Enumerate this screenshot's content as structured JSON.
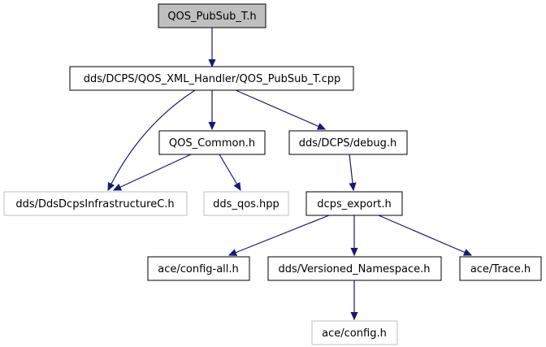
{
  "diagram": {
    "edge_color": "#191970",
    "nodes": [
      {
        "id": "qos_pubsub_t_h",
        "label": "QOS_PubSub_T.h",
        "style": "root"
      },
      {
        "id": "qos_pubsub_t_cpp",
        "label": "dds/DCPS/QOS_XML_Handler/QOS_PubSub_T.cpp",
        "style": "normal"
      },
      {
        "id": "qos_common_h",
        "label": "QOS_Common.h",
        "style": "normal"
      },
      {
        "id": "debug_h",
        "label": "dds/DCPS/debug.h",
        "style": "normal"
      },
      {
        "id": "infra_c_h",
        "label": "dds/DdsDcpsInfrastructureC.h",
        "style": "external"
      },
      {
        "id": "dds_qos_hpp",
        "label": "dds_qos.hpp",
        "style": "external"
      },
      {
        "id": "dcps_export_h",
        "label": "dcps_export.h",
        "style": "normal"
      },
      {
        "id": "config_all_h",
        "label": "ace/config-all.h",
        "style": "normal"
      },
      {
        "id": "versioned_ns_h",
        "label": "dds/Versioned_Namespace.h",
        "style": "normal"
      },
      {
        "id": "trace_h",
        "label": "ace/Trace.h",
        "style": "normal"
      },
      {
        "id": "config_h",
        "label": "ace/config.h",
        "style": "external"
      }
    ],
    "edges": [
      {
        "from": "qos_pubsub_t_h",
        "to": "qos_pubsub_t_cpp"
      },
      {
        "from": "qos_pubsub_t_cpp",
        "to": "qos_common_h"
      },
      {
        "from": "qos_pubsub_t_cpp",
        "to": "debug_h"
      },
      {
        "from": "qos_pubsub_t_cpp",
        "to": "infra_c_h"
      },
      {
        "from": "qos_common_h",
        "to": "infra_c_h"
      },
      {
        "from": "qos_common_h",
        "to": "dds_qos_hpp"
      },
      {
        "from": "debug_h",
        "to": "dcps_export_h"
      },
      {
        "from": "dcps_export_h",
        "to": "config_all_h"
      },
      {
        "from": "dcps_export_h",
        "to": "versioned_ns_h"
      },
      {
        "from": "dcps_export_h",
        "to": "trace_h"
      },
      {
        "from": "versioned_ns_h",
        "to": "config_h"
      }
    ]
  }
}
